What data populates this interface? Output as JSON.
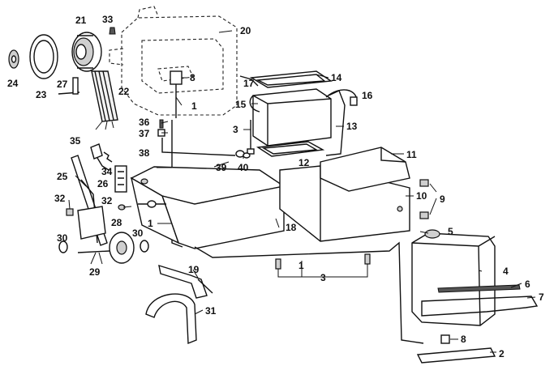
{
  "callouts": [
    {
      "id": "c1",
      "label": "1"
    },
    {
      "id": "c1b",
      "label": "1"
    },
    {
      "id": "c1c",
      "label": "1"
    },
    {
      "id": "c2",
      "label": "2"
    },
    {
      "id": "c3",
      "label": "3"
    },
    {
      "id": "c3b",
      "label": "3"
    },
    {
      "id": "c4",
      "label": "4"
    },
    {
      "id": "c5",
      "label": "5"
    },
    {
      "id": "c6",
      "label": "6"
    },
    {
      "id": "c7",
      "label": "7"
    },
    {
      "id": "c8",
      "label": "8"
    },
    {
      "id": "c8b",
      "label": "8"
    },
    {
      "id": "c9",
      "label": "9"
    },
    {
      "id": "c10",
      "label": "10"
    },
    {
      "id": "c11",
      "label": "11"
    },
    {
      "id": "c12",
      "label": "12"
    },
    {
      "id": "c13",
      "label": "13"
    },
    {
      "id": "c14",
      "label": "14"
    },
    {
      "id": "c15",
      "label": "15"
    },
    {
      "id": "c16",
      "label": "16"
    },
    {
      "id": "c17",
      "label": "17"
    },
    {
      "id": "c18",
      "label": "18"
    },
    {
      "id": "c19",
      "label": "19"
    },
    {
      "id": "c20",
      "label": "20"
    },
    {
      "id": "c21",
      "label": "21"
    },
    {
      "id": "c22",
      "label": "22"
    },
    {
      "id": "c23",
      "label": "23"
    },
    {
      "id": "c24",
      "label": "24"
    },
    {
      "id": "c25",
      "label": "25"
    },
    {
      "id": "c26",
      "label": "26"
    },
    {
      "id": "c27",
      "label": "27"
    },
    {
      "id": "c28",
      "label": "28"
    },
    {
      "id": "c29",
      "label": "29"
    },
    {
      "id": "c30",
      "label": "30"
    },
    {
      "id": "c30b",
      "label": "30"
    },
    {
      "id": "c31",
      "label": "31"
    },
    {
      "id": "c32",
      "label": "32"
    },
    {
      "id": "c32b",
      "label": "32"
    },
    {
      "id": "c33",
      "label": "33"
    },
    {
      "id": "c34",
      "label": "34"
    },
    {
      "id": "c35",
      "label": "35"
    },
    {
      "id": "c36",
      "label": "36"
    },
    {
      "id": "c37",
      "label": "37"
    },
    {
      "id": "c38",
      "label": "38"
    },
    {
      "id": "c39",
      "label": "39"
    },
    {
      "id": "c40",
      "label": "40"
    }
  ]
}
